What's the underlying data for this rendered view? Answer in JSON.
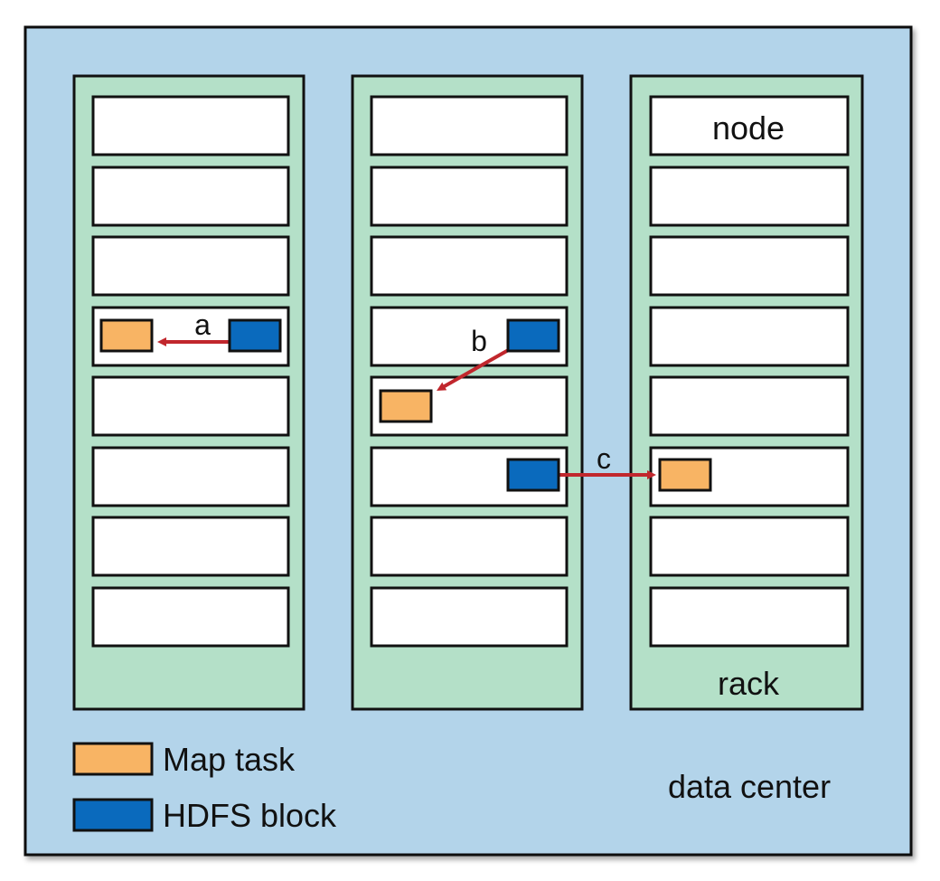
{
  "labels": {
    "node": "node",
    "rack": "rack",
    "data_center": "data center",
    "arrow_a": "a",
    "arrow_b": "b",
    "arrow_c": "c"
  },
  "legend": {
    "map_task": "Map task",
    "hdfs_block": "HDFS block"
  },
  "colors": {
    "data_center": "#b3d4ea",
    "rack": "#b4e0c8",
    "node": "#ffffff",
    "map_task": "#f8b464",
    "hdfs_block": "#0a6abd",
    "arrow": "#c1272d",
    "stroke": "#111111"
  },
  "racks_count": 3,
  "nodes_per_rack": 8
}
